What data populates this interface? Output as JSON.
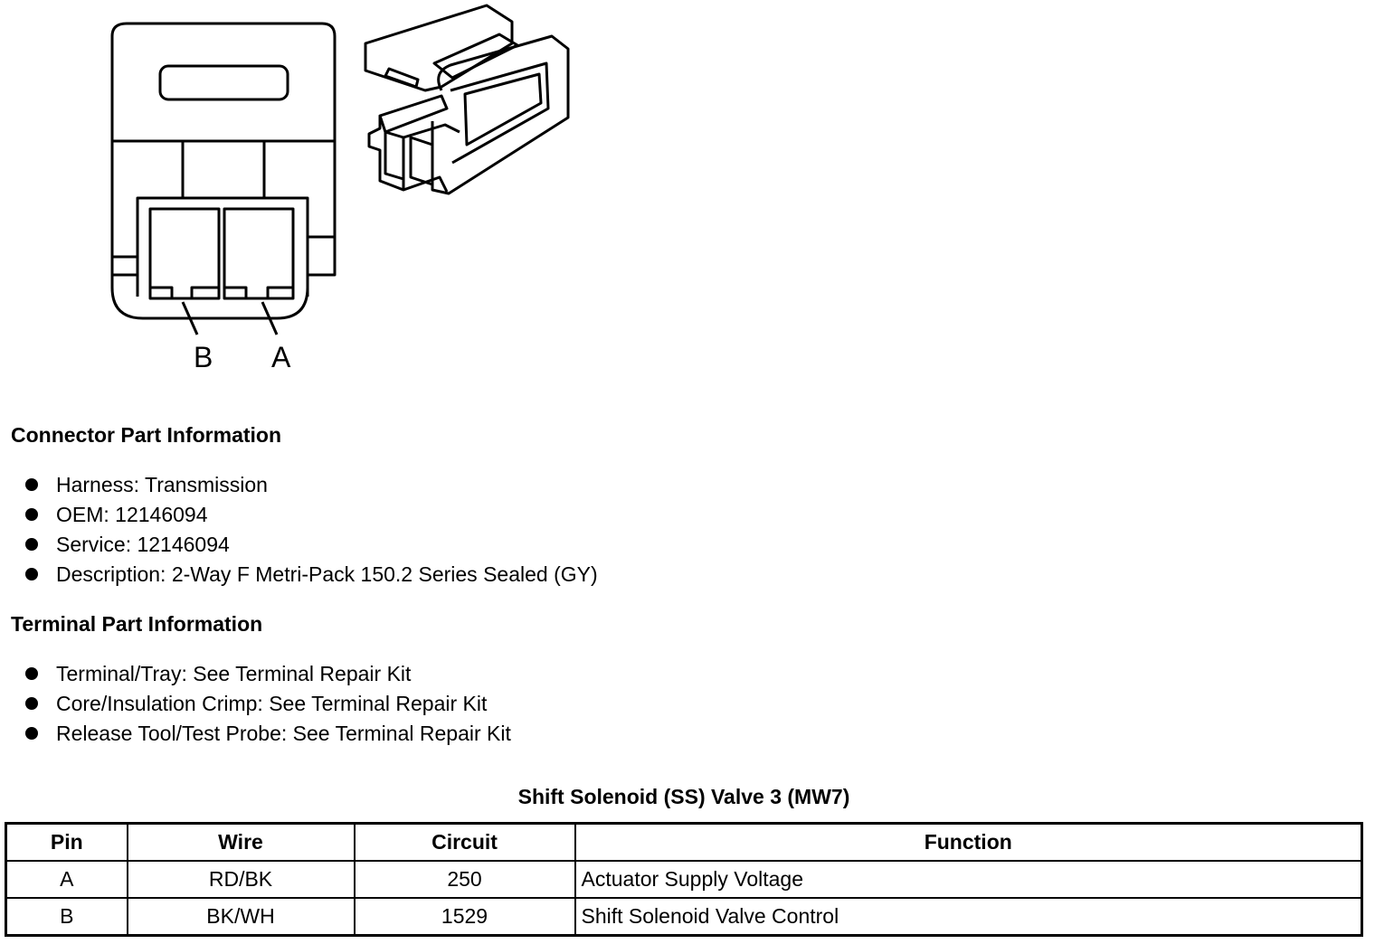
{
  "diagram": {
    "pin_labels": [
      "B",
      "A"
    ]
  },
  "connector_section": {
    "heading": "Connector Part Information",
    "items": [
      "Harness: Transmission",
      "OEM: 12146094",
      "Service: 12146094",
      "Description: 2-Way F Metri-Pack 150.2 Series Sealed (GY)"
    ]
  },
  "terminal_section": {
    "heading": "Terminal Part Information",
    "items": [
      "Terminal/Tray: See Terminal Repair Kit",
      "Core/Insulation Crimp: See Terminal Repair Kit",
      "Release Tool/Test Probe: See Terminal Repair Kit"
    ]
  },
  "table": {
    "caption": "Shift Solenoid (SS) Valve 3 (MW7)",
    "headers": [
      "Pin",
      "Wire",
      "Circuit",
      "Function"
    ],
    "rows": [
      [
        "A",
        "RD/BK",
        "250",
        "Actuator Supply Voltage"
      ],
      [
        "B",
        "BK/WH",
        "1529",
        "Shift Solenoid Valve Control"
      ]
    ]
  }
}
